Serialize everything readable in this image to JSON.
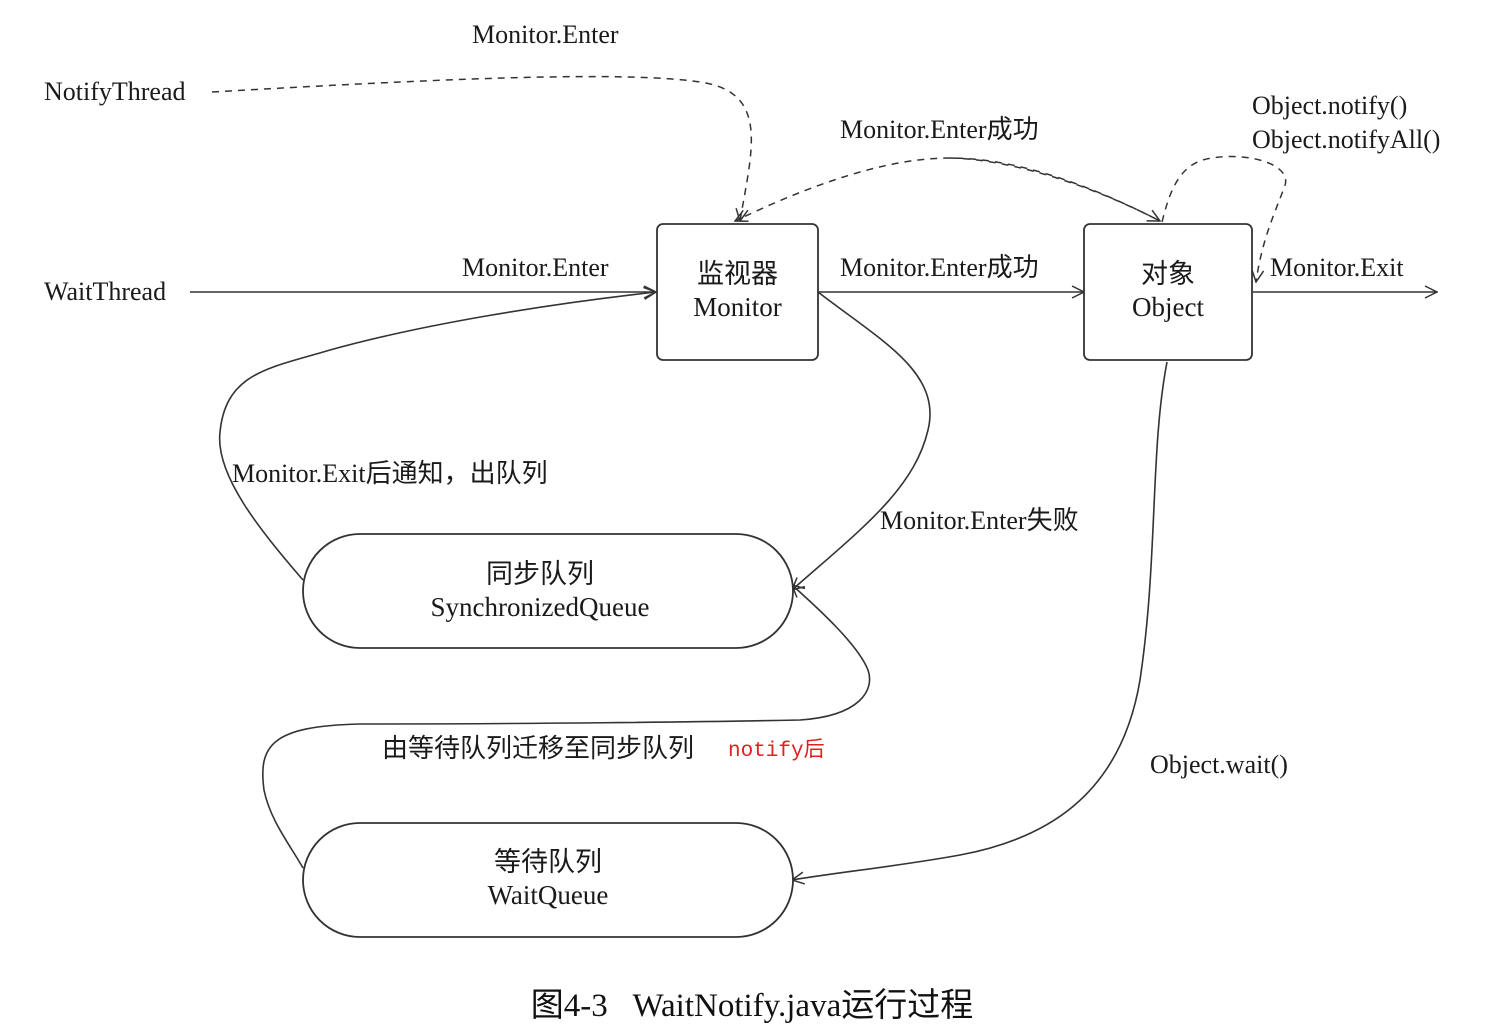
{
  "labels": {
    "notify_thread": "NotifyThread",
    "wait_thread": "WaitThread",
    "monitor_enter_top": "Monitor.Enter",
    "monitor_enter_left": "Monitor.Enter",
    "monitor_enter_success_top": "Monitor.Enter成功",
    "monitor_enter_success_mid": "Monitor.Enter成功",
    "object_notify": "Object.notify()",
    "object_notify_all": "Object.notifyAll()",
    "monitor_exit": "Monitor.Exit",
    "exit_notify_dequeue": "Monitor.Exit后通知，出队列",
    "monitor_enter_fail": "Monitor.Enter失败",
    "migrate_to_sync": "由等待队列迁移至同步队列",
    "migrate_note": "notify后",
    "object_wait": "Object.wait()"
  },
  "nodes": {
    "monitor": {
      "line1": "监视器",
      "line2": "Monitor"
    },
    "object": {
      "line1": "对象",
      "line2": "Object"
    },
    "sync_queue": {
      "line1": "同步队列",
      "line2": "SynchronizedQueue"
    },
    "wait_queue": {
      "line1": "等待队列",
      "line2": "WaitQueue"
    }
  },
  "caption": "图4-3   WaitNotify.java运行过程",
  "colors": {
    "line": "#333333",
    "note": "#e02020"
  }
}
